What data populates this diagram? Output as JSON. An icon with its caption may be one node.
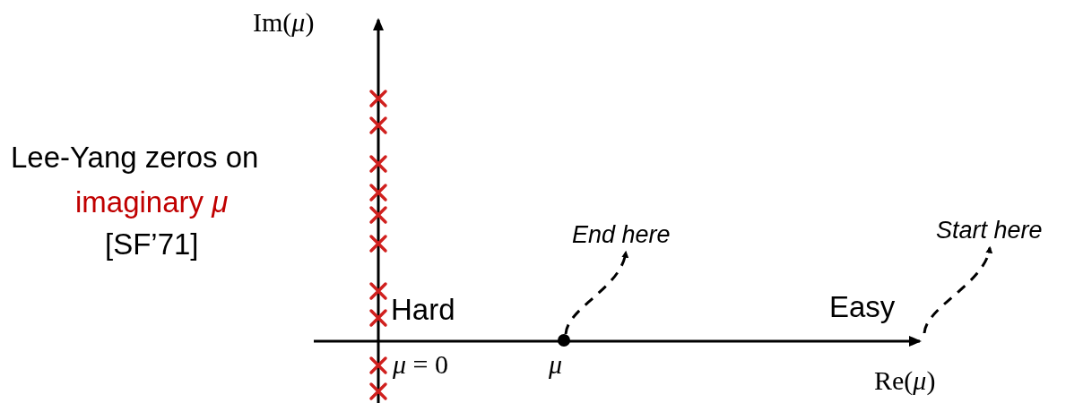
{
  "diagram": {
    "nodes": [
      {
        "text": [],
        "shape": "circle",
        "beside": [
          "*μ*"
        ]
      },
      {
        "text": [
          "End here"
        ]
      },
      {
        "text": [
          "Start here"
        ]
      }
    ],
    "edges": [
      {
        "from": 0,
        "to": 1,
        "arrow": "to",
        "style": "dashed"
      },
      {
        "from": null,
        "to": 2,
        "arrow": "to",
        "style": "dashed"
      }
    ],
    "labels": [
      "Im(*μ*)",
      "Lee-Yang zeros on",
      "imaginary *μ*",
      "[SF’71]",
      "Hard",
      "Easy",
      "*μ* = 0",
      "Re(*μ*)"
    ]
  }
}
